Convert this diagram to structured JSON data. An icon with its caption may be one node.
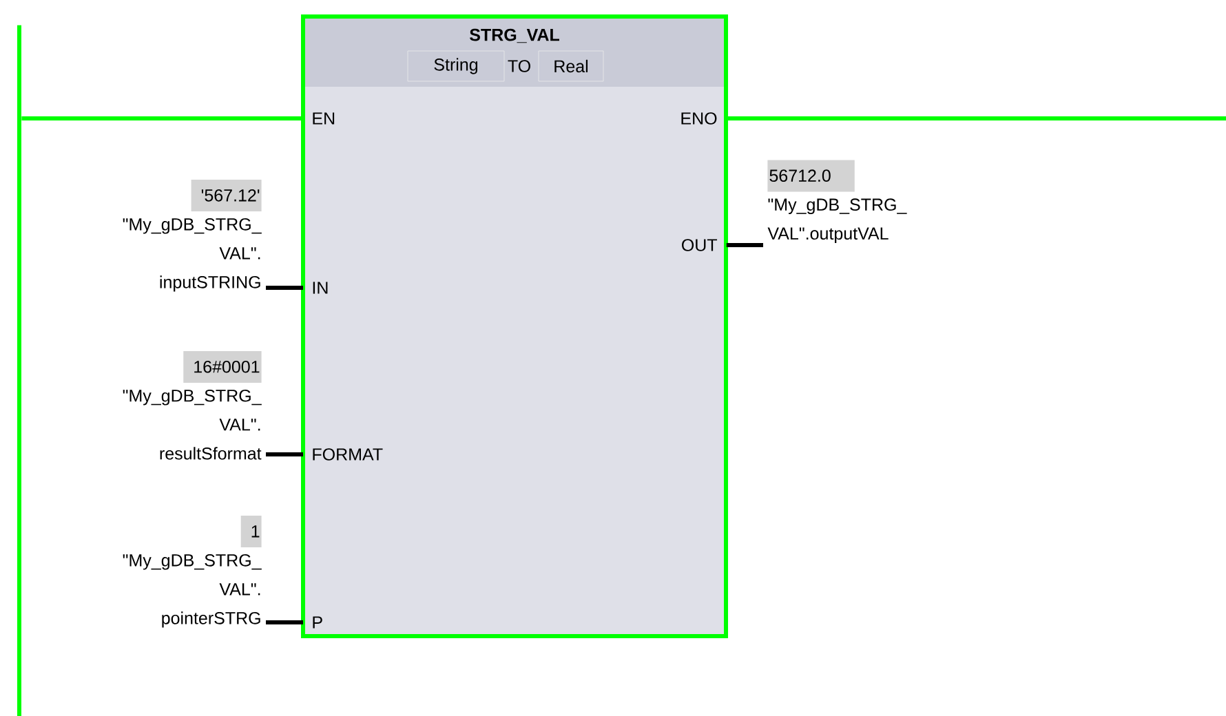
{
  "diagram": {
    "nodes": [
      {
        "text": [
          "STRG_VAL"
        ]
      },
      {
        "text": [
          "String"
        ],
        "in": 0
      },
      {
        "text": [
          "Real"
        ],
        "in": 0
      },
      {
        "text": [
          "EN"
        ],
        "in": 0
      },
      {
        "text": [
          "ENO"
        ],
        "in": 0
      },
      {
        "text": [
          "IN"
        ],
        "in": 0
      },
      {
        "text": [
          "FORMAT"
        ],
        "in": 0
      },
      {
        "text": [
          "P"
        ],
        "in": 0
      },
      {
        "text": [
          "OUT"
        ],
        "in": 0
      },
      {
        "text": [
          "'567.12'",
          "\"My_gDB_STRG_ VAL\". inputSTRING"
        ]
      },
      {
        "text": [
          "16#0001",
          "\"My_gDB_STRG_ VAL\". resultSformat"
        ]
      },
      {
        "text": [
          "1",
          "\"My_gDB_STRG_ VAL\". pointerSTRG"
        ]
      },
      {
        "text": [
          "56712.0",
          "\"My_gDB_STRG_ VAL\".outputVAL"
        ]
      },
      {
        "text": [],
        "shape": "bar"
      }
    ],
    "edges": [
      {
        "from": 13,
        "to": 3,
        "arrow": "none",
        "color": "#00ff00"
      },
      {
        "from": 4,
        "to": null,
        "arrow": "none",
        "color": "#00ff00"
      },
      {
        "from": 9,
        "to": 5,
        "arrow": "none"
      },
      {
        "from": 10,
        "to": 6,
        "arrow": "none"
      },
      {
        "from": 11,
        "to": 7,
        "arrow": "none"
      },
      {
        "from": 8,
        "to": 12,
        "arrow": "none"
      }
    ],
    "labels": [
      "TO"
    ]
  }
}
